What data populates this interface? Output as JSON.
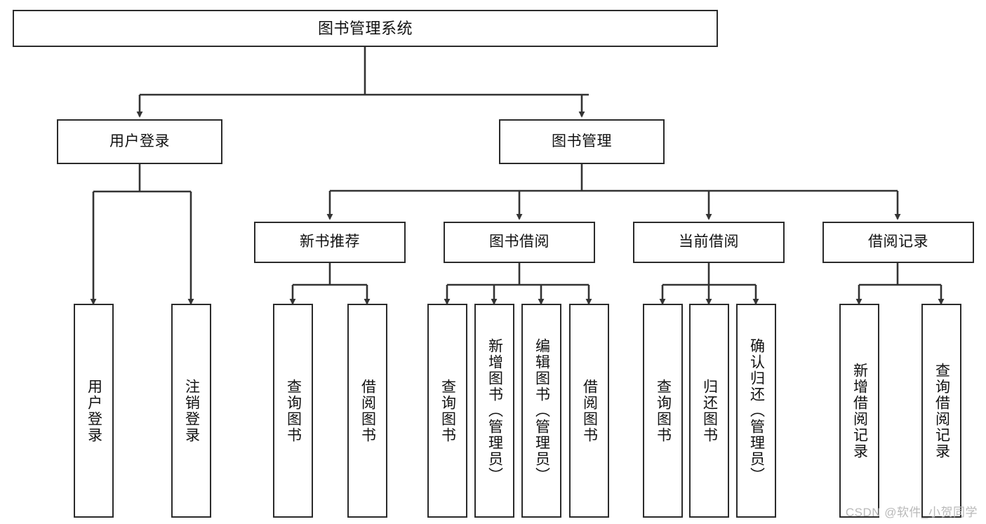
{
  "diagram": {
    "title": "图书管理系统",
    "type": "tree",
    "watermark": "CSDN @软件_小贺同学",
    "colors": {
      "box_border": "#2b2b2b",
      "box_fill": "#ffffff",
      "connector": "#333333",
      "text": "#111111",
      "watermark": "#b9b9b9"
    },
    "nodes": {
      "root": {
        "label": "图书管理系统"
      },
      "level2": [
        {
          "label": "用户登录"
        },
        {
          "label": "图书管理"
        }
      ],
      "level3": [
        {
          "label": "新书推荐"
        },
        {
          "label": "图书借阅"
        },
        {
          "label": "当前借阅"
        },
        {
          "label": "借阅记录"
        }
      ],
      "leaves": {
        "user_login": [
          {
            "label": "用户登录"
          },
          {
            "label": "注销登录"
          }
        ],
        "new_book_recommend": [
          {
            "label": "查询图书"
          },
          {
            "label": "借阅图书"
          }
        ],
        "book_borrow": [
          {
            "label": "查询图书"
          },
          {
            "label": "新增图书（管理员）"
          },
          {
            "label": "编辑图书（管理员）"
          },
          {
            "label": "借阅图书"
          }
        ],
        "current_borrow": [
          {
            "label": "查询图书"
          },
          {
            "label": "归还图书"
          },
          {
            "label": "确认归还（管理员）"
          }
        ],
        "borrow_record": [
          {
            "label": "新增借阅记录"
          },
          {
            "label": "查询借阅记录"
          }
        ]
      }
    }
  }
}
